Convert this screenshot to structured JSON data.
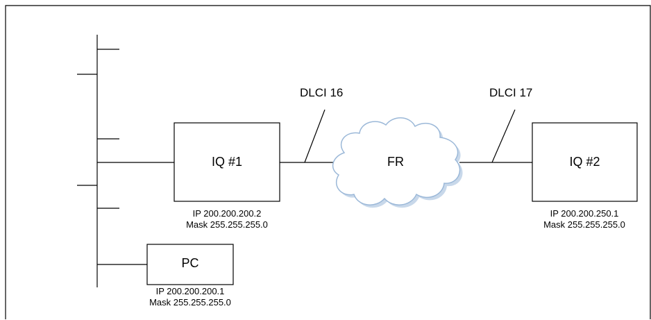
{
  "devices": {
    "iq1": {
      "label": "IQ #1",
      "ip": "IP 200.200.200.2",
      "mask": "Mask 255.255.255.0"
    },
    "iq2": {
      "label": "IQ #2",
      "ip": "IP 200.200.250.1",
      "mask": "Mask 255.255.255.0"
    },
    "pc": {
      "label": "PC",
      "ip": "IP  200.200.200.1",
      "mask": "Mask 255.255.255.0"
    }
  },
  "cloud": {
    "label": "FR"
  },
  "links": {
    "left": {
      "label": "DLCI 16"
    },
    "right": {
      "label": "DLCI 17"
    }
  },
  "colors": {
    "line": "#000000",
    "cloud_fill": "#ffffff",
    "cloud_stroke": "#9bb8d8",
    "cloud_shadow": "#c8d8ea"
  }
}
